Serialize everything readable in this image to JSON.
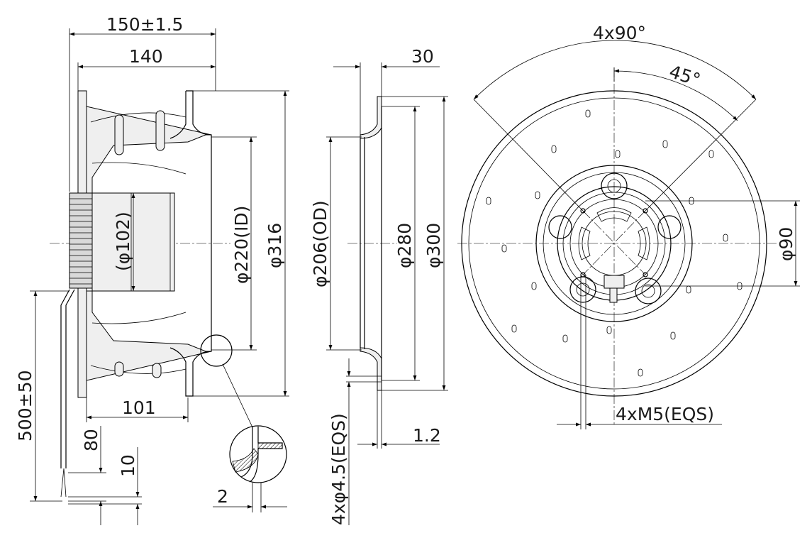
{
  "dimensions": {
    "overall_depth": "150±1.5",
    "depth_140": "140",
    "depth_101": "101",
    "cable_length": "500±50",
    "cable_80": "80",
    "cable_10": "10",
    "hub_dia": "(φ102)",
    "inner_dia": "φ220(ID)",
    "outer_dia": "φ316",
    "detail_2": "2",
    "ring_depth": "30",
    "ring_od": "φ206(OD)",
    "ring_280": "φ280",
    "ring_300": "φ300",
    "ring_thk": "1.2",
    "ring_holes": "4xφ4.5(EQS)",
    "angle_4x90": "4x90°",
    "angle_45": "45°",
    "bolt_circle": "φ90",
    "threads": "4xM5(EQS)"
  }
}
